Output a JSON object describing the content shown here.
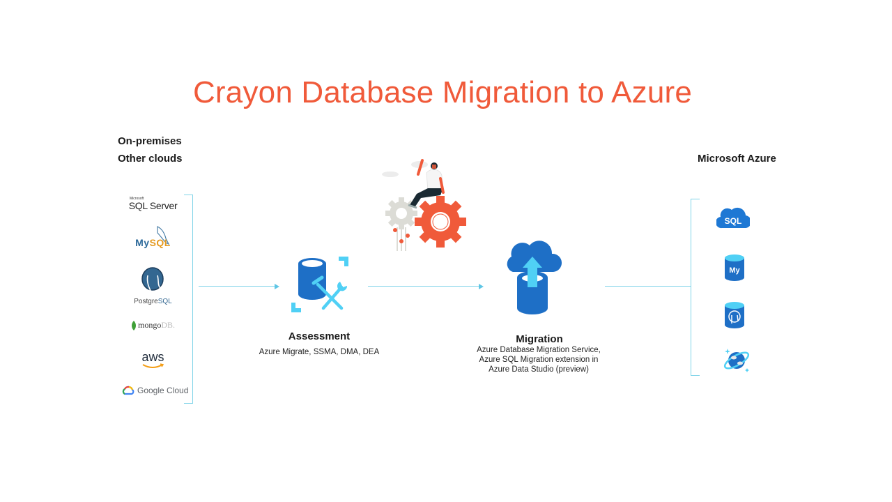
{
  "title": "Crayon Database Migration to Azure",
  "source": {
    "labels": [
      "On-premises",
      "Other clouds"
    ],
    "logos": [
      {
        "name": "SQL Server",
        "small": "Microsoft",
        "text": "SQL Server"
      },
      {
        "name": "MySQL",
        "text_a": "My",
        "text_b": "SQL"
      },
      {
        "name": "PostgreSQL",
        "text_a": "Postgre",
        "text_b": "SQL"
      },
      {
        "name": "mongoDB",
        "text_a": "mongo",
        "text_b": "DB."
      },
      {
        "name": "aws",
        "text": "aws"
      },
      {
        "name": "Google Cloud",
        "text": "Google Cloud"
      }
    ]
  },
  "assessment": {
    "title": "Assessment",
    "subtitle": "Azure Migrate, SSMA, DMA, DEA"
  },
  "migration": {
    "title": "Migration",
    "subtitle_lines": [
      "Azure Database Migration Service,",
      "Azure SQL Migration extension in",
      "Azure Data Studio (preview)"
    ]
  },
  "target": {
    "label": "Microsoft Azure",
    "services": [
      {
        "name": "Azure SQL",
        "glyph": "SQL"
      },
      {
        "name": "Azure Database for MySQL",
        "glyph": "My"
      },
      {
        "name": "Azure Database for PostgreSQL",
        "glyph": "elephant"
      },
      {
        "name": "Azure Cosmos DB",
        "glyph": "planet"
      }
    ]
  },
  "colors": {
    "title": "#f05a3a",
    "azure_blue": "#1e6fc6",
    "azure_light": "#50d0f5",
    "connector": "#7fd3e8",
    "gear_orange": "#f05a3a",
    "gear_gray": "#dcdcd6"
  }
}
